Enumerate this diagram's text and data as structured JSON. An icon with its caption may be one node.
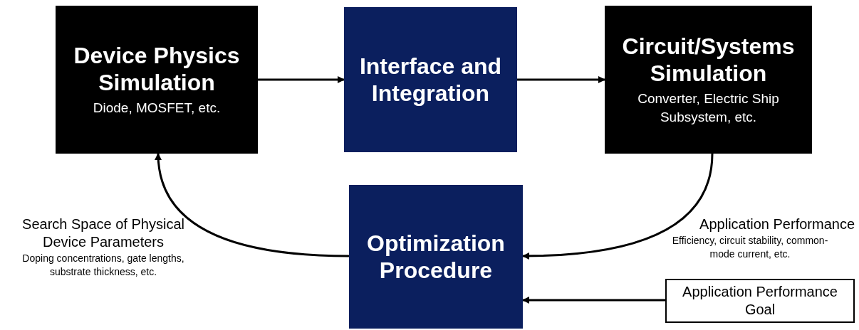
{
  "diagram": {
    "nodes": [
      {
        "text": [
          "Device Physics Simulation",
          "Diode, MOSFET, etc."
        ]
      },
      {
        "text": [
          "Interface and Integration"
        ]
      },
      {
        "text": [
          "Circuit/Systems Simulation",
          "Converter, Electric Ship Subsystem, etc."
        ]
      },
      {
        "text": [
          "Optimization Procedure"
        ]
      },
      {
        "text": [
          "Application Performance Goal"
        ]
      }
    ],
    "edges": [
      {
        "from": 0,
        "to": 1,
        "arrow": "to"
      },
      {
        "from": 1,
        "to": 2,
        "arrow": "to"
      },
      {
        "from": 2,
        "to": 3,
        "arrow": "to"
      },
      {
        "from": 3,
        "to": 0,
        "arrow": "to"
      },
      {
        "from": 4,
        "to": 3,
        "arrow": "to"
      }
    ],
    "labels": [
      "Search Space of Physical Device Parameters",
      "Doping concentrations, gate lengths, substrate thickness, etc.",
      "Application Performance",
      "Efficiency, circuit stability, common-mode current, etc."
    ]
  }
}
